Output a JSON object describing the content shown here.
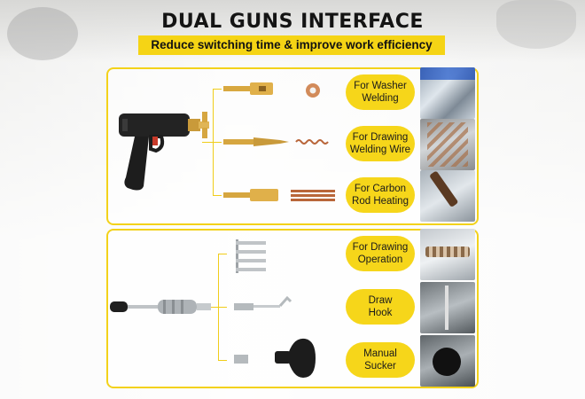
{
  "header": {
    "title": "DUAL GUNS INTERFACE",
    "subtitle": "Reduce switching time & improve work efficiency"
  },
  "panel_top": {
    "labels": [
      [
        "For Washer",
        "Welding"
      ],
      [
        "For Drawing",
        "Welding Wire"
      ],
      [
        "For Carbon",
        "Rod Heating"
      ]
    ]
  },
  "panel_bottom": {
    "labels": [
      [
        "For Drawing",
        "Operation"
      ],
      [
        "Draw",
        "Hook"
      ],
      [
        "Manual",
        "Sucker"
      ]
    ]
  },
  "colors": {
    "accent": "#f5d415",
    "brass": "#d6a640",
    "copper": "#b9663a",
    "gun_body": "#222222"
  }
}
